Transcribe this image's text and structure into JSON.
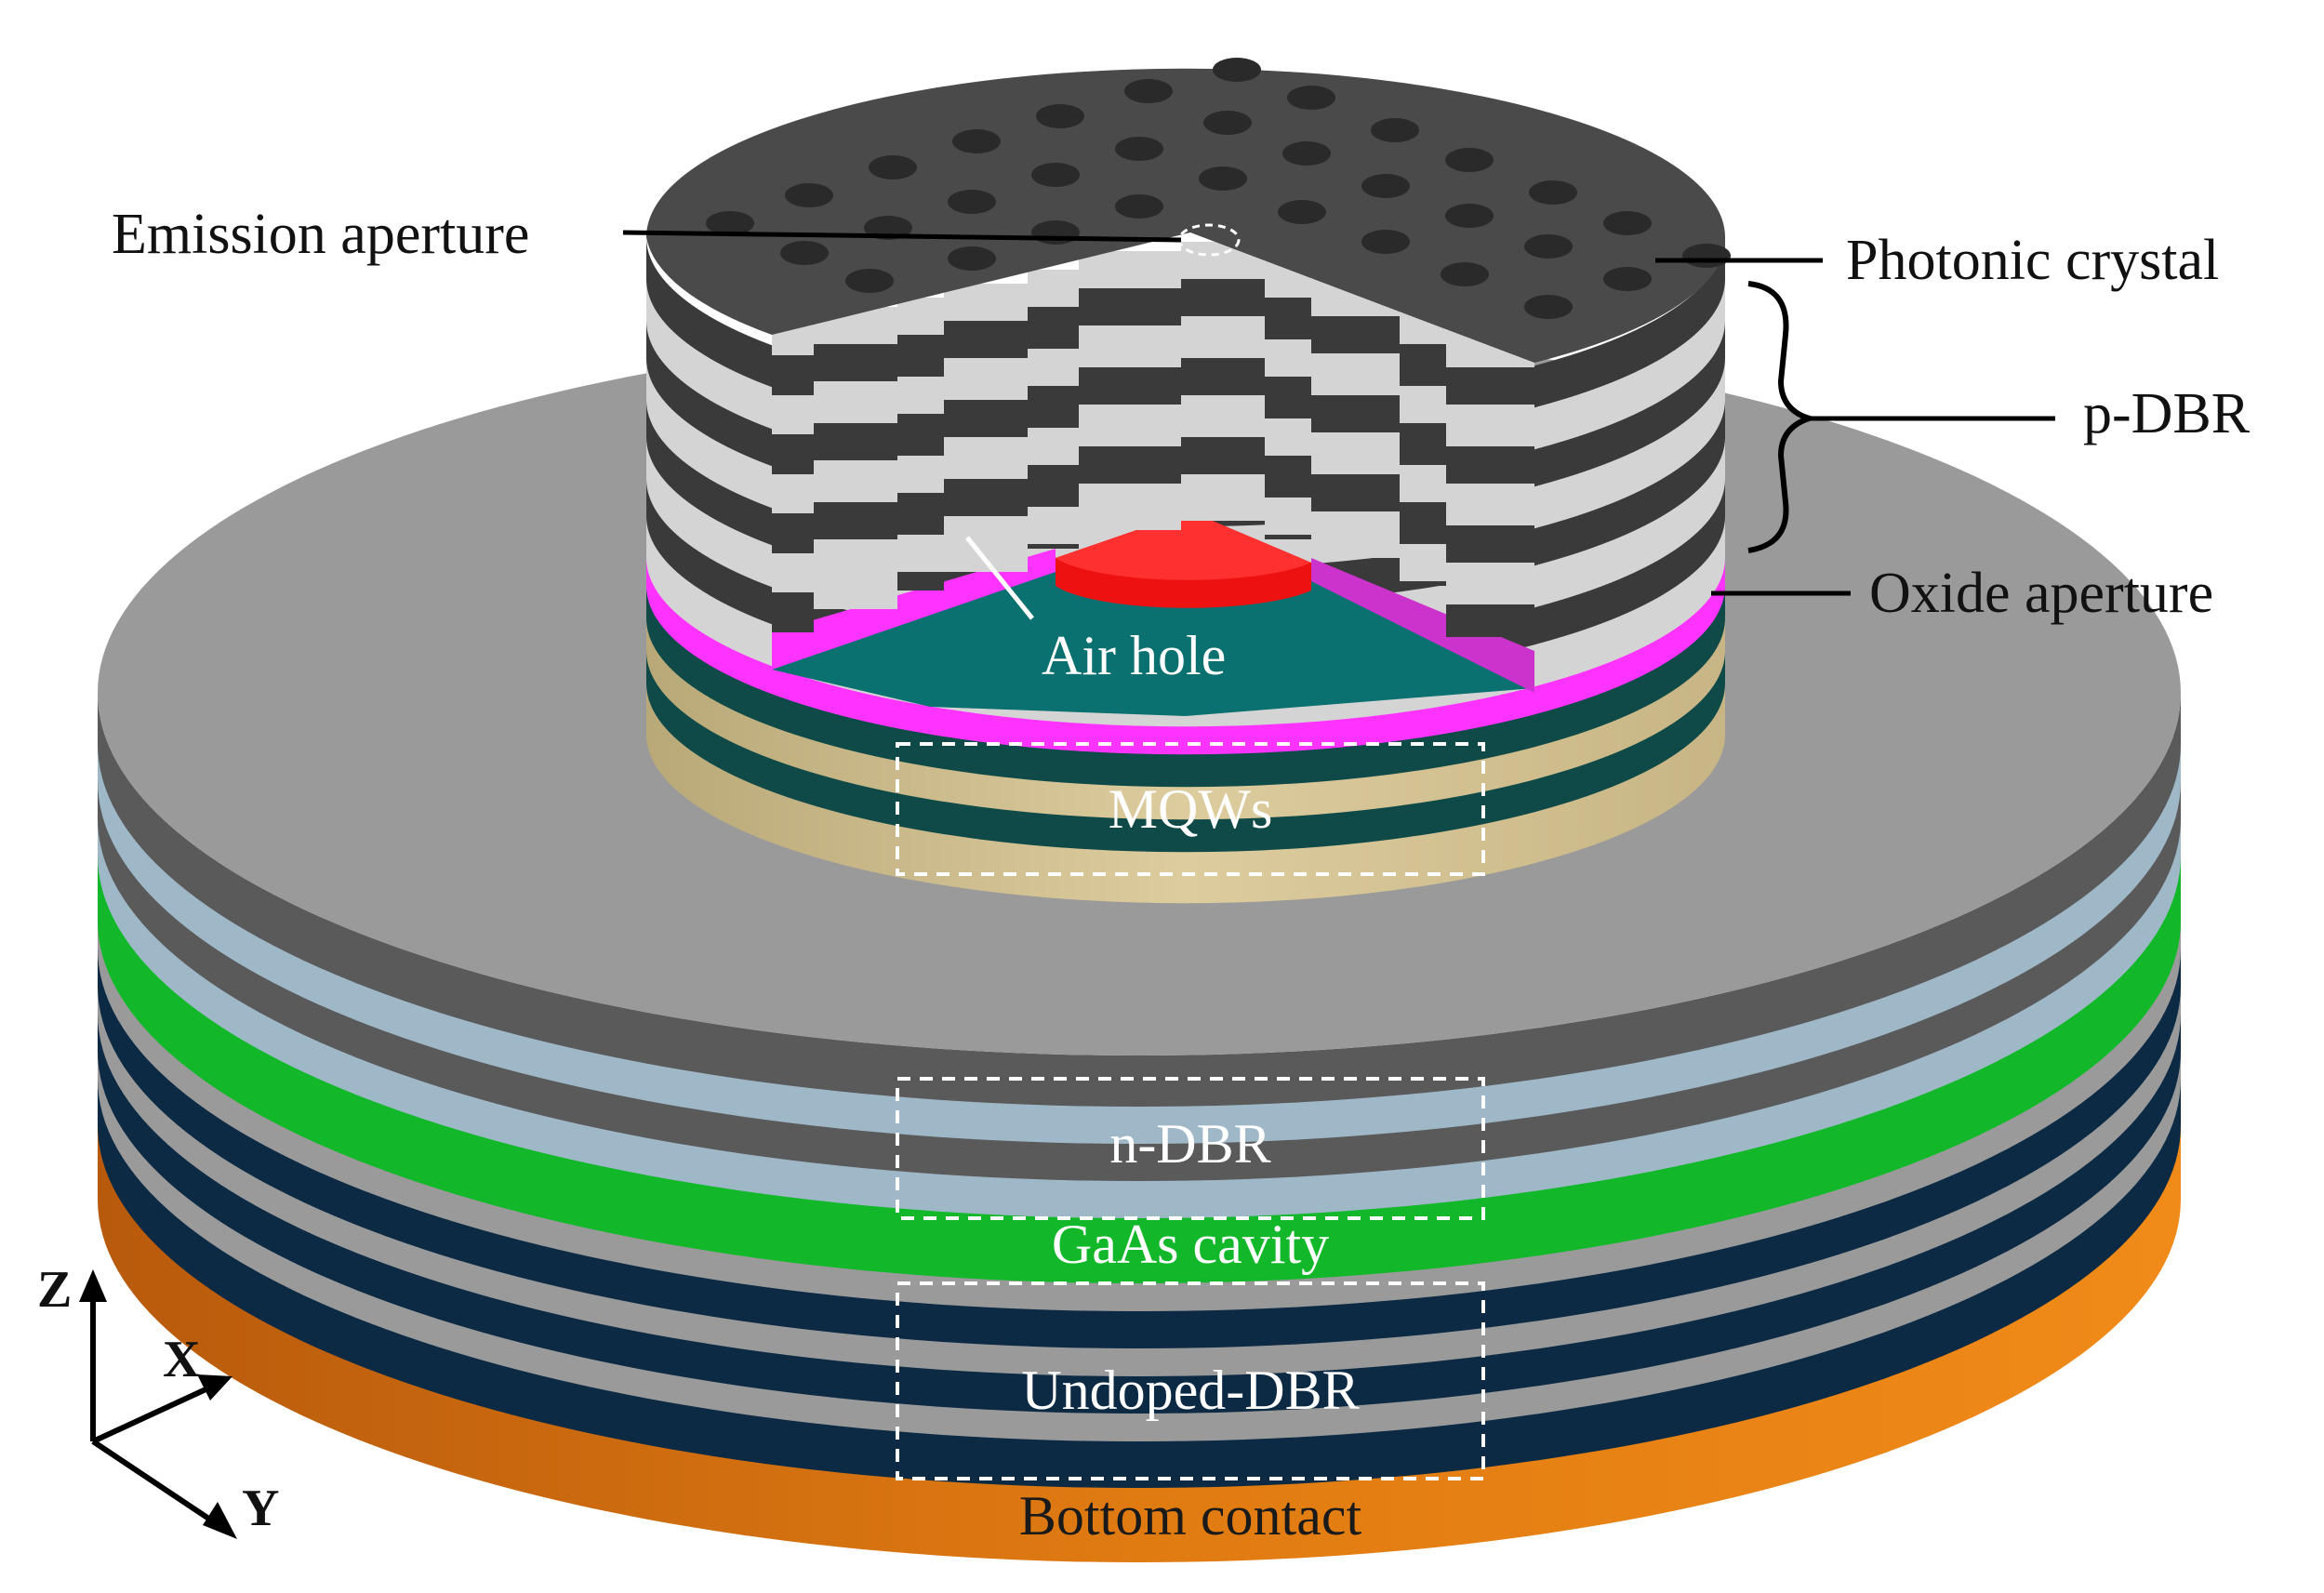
{
  "labels": {
    "emission_aperture": "Emission aperture",
    "photonic_crystal": "Photonic crystal",
    "p_dbr": "p-DBR",
    "oxide_aperture": "Oxide aperture",
    "air_hole": "Air hole",
    "mqws": "MQWs",
    "n_dbr": "n-DBR",
    "gaas_cavity": "GaAs cavity",
    "undoped_dbr": "Undoped-DBR",
    "bottom_contact": "Bottom contact"
  },
  "axes": {
    "z": "Z",
    "x": "X",
    "y": "Y"
  },
  "colors": {
    "photonic_crystal": "#4a4a4a",
    "dbr_light": "#d4d4d4",
    "dbr_dark": "#3a3a3a",
    "oxide": "#ff33ff",
    "oxide_aperture_core": "#ff1a1a",
    "cavity_teal": "#0a6e6e",
    "mqw_light": "#d8c79a",
    "mqw_dark": "#0f4a48",
    "top_contact": "#9a9a9a",
    "n_dbr_light": "#9fb8c8",
    "n_dbr_dark": "#5a5a5a",
    "gaas_cavity": "#12b82a",
    "undoped_dark": "#0c2a44",
    "undoped_light": "#9a9a9a",
    "bottom_contact": "#e07b12"
  }
}
